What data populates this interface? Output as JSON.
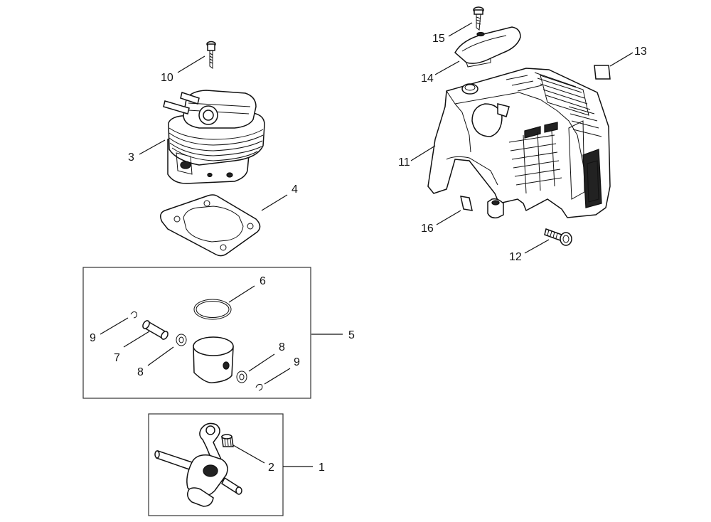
{
  "diagram": {
    "callouts": [
      {
        "id": "c1",
        "number": "1"
      },
      {
        "id": "c2",
        "number": "2"
      },
      {
        "id": "c3",
        "number": "3"
      },
      {
        "id": "c4",
        "number": "4"
      },
      {
        "id": "c5",
        "number": "5"
      },
      {
        "id": "c6",
        "number": "6"
      },
      {
        "id": "c7",
        "number": "7"
      },
      {
        "id": "c8a",
        "number": "8"
      },
      {
        "id": "c8b",
        "number": "8"
      },
      {
        "id": "c9a",
        "number": "9"
      },
      {
        "id": "c9b",
        "number": "9"
      },
      {
        "id": "c10",
        "number": "10"
      },
      {
        "id": "c11",
        "number": "11"
      },
      {
        "id": "c12",
        "number": "12"
      },
      {
        "id": "c13",
        "number": "13"
      },
      {
        "id": "c14",
        "number": "14"
      },
      {
        "id": "c15",
        "number": "15"
      },
      {
        "id": "c16",
        "number": "16"
      }
    ]
  }
}
